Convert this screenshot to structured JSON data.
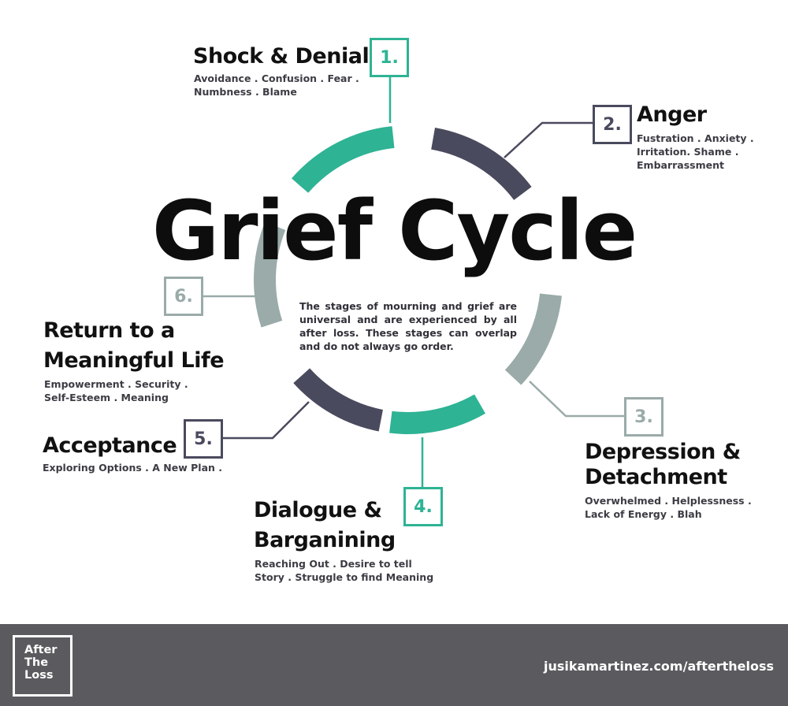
{
  "title": "Grief Cycle",
  "intro": "The stages of mourning and grief are universal and are experienced by all after loss. These stages can overlap and do not always go order.",
  "colors": {
    "teal": "#2eb394",
    "navy": "#4a4a5e",
    "gray": "#9aaba9",
    "footer": "#5b5b5f"
  },
  "stages": [
    {
      "number": "1.",
      "title": "Shock & Denial",
      "desc": [
        "Avoidance  .  Confusion  .  Fear  .",
        "Numbness  .  Blame"
      ]
    },
    {
      "number": "2.",
      "title": "Anger",
      "desc": [
        "Fustration  .  Anxiety  .",
        "Irritation.  Shame  .",
        " Embarrassment"
      ]
    },
    {
      "number": "3.",
      "title": [
        "Depression &",
        "Detachment"
      ],
      "desc": [
        "Overwhelmed  .  Helplessness  .",
        "Lack of Energy  .  Blah"
      ]
    },
    {
      "number": "4.",
      "title": [
        "Dialogue &",
        "Barganining"
      ],
      "desc": [
        "Reaching Out   .   Desire to tell",
        "Story  .  Struggle to find Meaning"
      ]
    },
    {
      "number": "5.",
      "title": "Acceptance",
      "desc": [
        "Exploring Options   .   A New Plan  ."
      ]
    },
    {
      "number": "6.",
      "title": [
        "Return to a",
        "Meaningful Life"
      ],
      "desc": [
        "Empowerment   .   Security      .",
        "Self-Esteem  .  Meaning"
      ]
    }
  ],
  "footer": {
    "logo": [
      "After",
      "The",
      "Loss"
    ],
    "website": "jusikamartinez.com/aftertheloss"
  }
}
